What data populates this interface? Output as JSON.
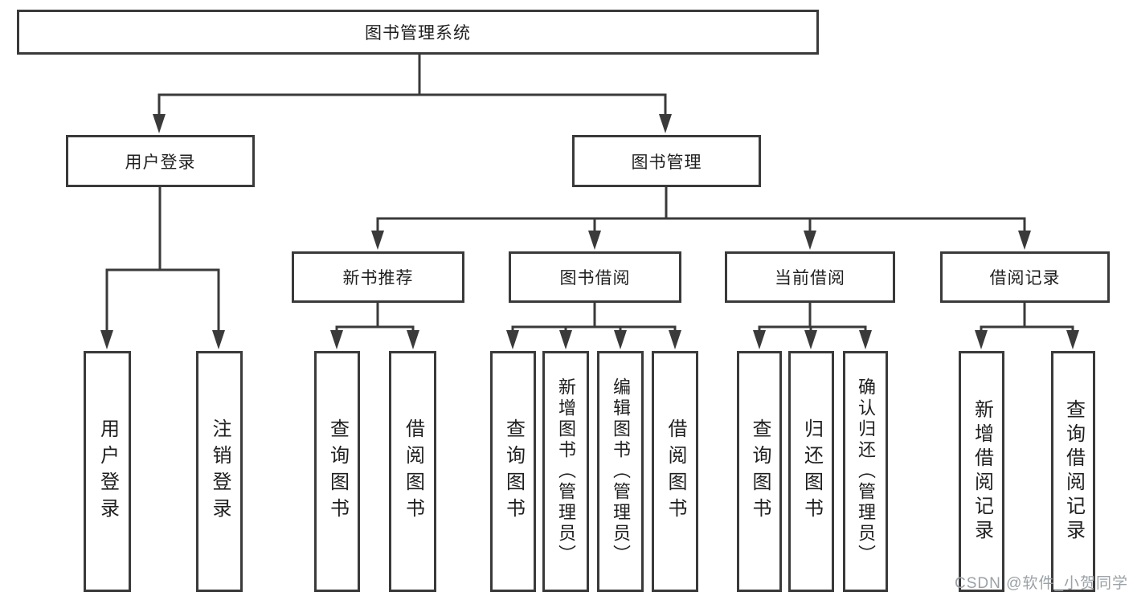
{
  "diagram": {
    "root": {
      "label": "图书管理系统",
      "children": [
        {
          "label": "用户登录",
          "children": [
            {
              "label": "用户登录"
            },
            {
              "label": "注销登录"
            }
          ]
        },
        {
          "label": "图书管理",
          "children": [
            {
              "label": "新书推荐",
              "children": [
                {
                  "label": "查询图书"
                },
                {
                  "label": "借阅图书"
                }
              ]
            },
            {
              "label": "图书借阅",
              "children": [
                {
                  "label": "查询图书"
                },
                {
                  "label": "新增图书（管理员）"
                },
                {
                  "label": "编辑图书（管理员）"
                },
                {
                  "label": "借阅图书"
                }
              ]
            },
            {
              "label": "当前借阅",
              "children": [
                {
                  "label": "查询图书"
                },
                {
                  "label": "归还图书"
                },
                {
                  "label": "确认归还（管理员）"
                }
              ]
            },
            {
              "label": "借阅记录",
              "children": [
                {
                  "label": "新增借阅记录"
                },
                {
                  "label": "查询借阅记录"
                }
              ]
            }
          ]
        }
      ]
    }
  },
  "watermark": {
    "text": "CSDN @软件_小贺同学"
  },
  "colors": {
    "line": "#3a3a3a",
    "text": "#1f1f1f",
    "box_background": "#ffffff",
    "page_background": "#ffffff",
    "watermark": "#9ba1a6"
  }
}
